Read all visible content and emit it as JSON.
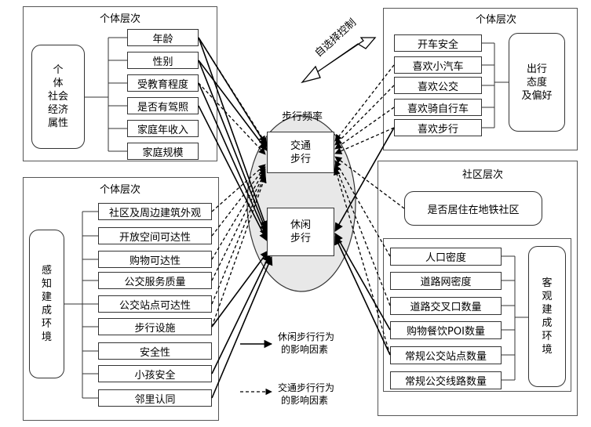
{
  "left_top": {
    "title": "个体层次",
    "category": [
      "个",
      "体",
      "社会",
      "经济",
      "属性"
    ],
    "items": [
      "年龄",
      "性别",
      "受教育程度",
      "是否有驾照",
      "家庭年收入",
      "家庭规模"
    ]
  },
  "left_bottom": {
    "title": "个体层次",
    "category": [
      "感",
      "知",
      "建",
      "成",
      "环",
      "境"
    ],
    "items": [
      "社区及周边建筑外观",
      "开放空间可达性",
      "购物可达性",
      "公交服务质量",
      "公交站点可达性",
      "步行设施",
      "安全性",
      "小孩安全",
      "邻里认同"
    ]
  },
  "right_top": {
    "title": "个体层次",
    "category": [
      "出行",
      "态度",
      "及偏好"
    ],
    "items": [
      "开车安全",
      "喜欢小汽车",
      "喜欢公交",
      "喜欢骑自行车",
      "喜欢步行"
    ]
  },
  "right_bottom": {
    "title": "社区层次",
    "metro": "是否居住在地铁社区",
    "category": [
      "客",
      "观",
      "建",
      "成",
      "环",
      "境"
    ],
    "items": [
      "人口密度",
      "道路网密度",
      "道路交叉口数量",
      "购物餐饮POI数量",
      "常规公交站点数量",
      "常规公交线路数量"
    ]
  },
  "center": {
    "title": "步行频率",
    "transport": [
      "交通",
      "步行"
    ],
    "leisure": [
      "休闲",
      "步行"
    ]
  },
  "self_selection": "自选择控制",
  "legend": {
    "solid": [
      "休闲步行行为",
      "的影响因素"
    ],
    "dashed": [
      "交通步行行为",
      "的影响因素"
    ]
  }
}
